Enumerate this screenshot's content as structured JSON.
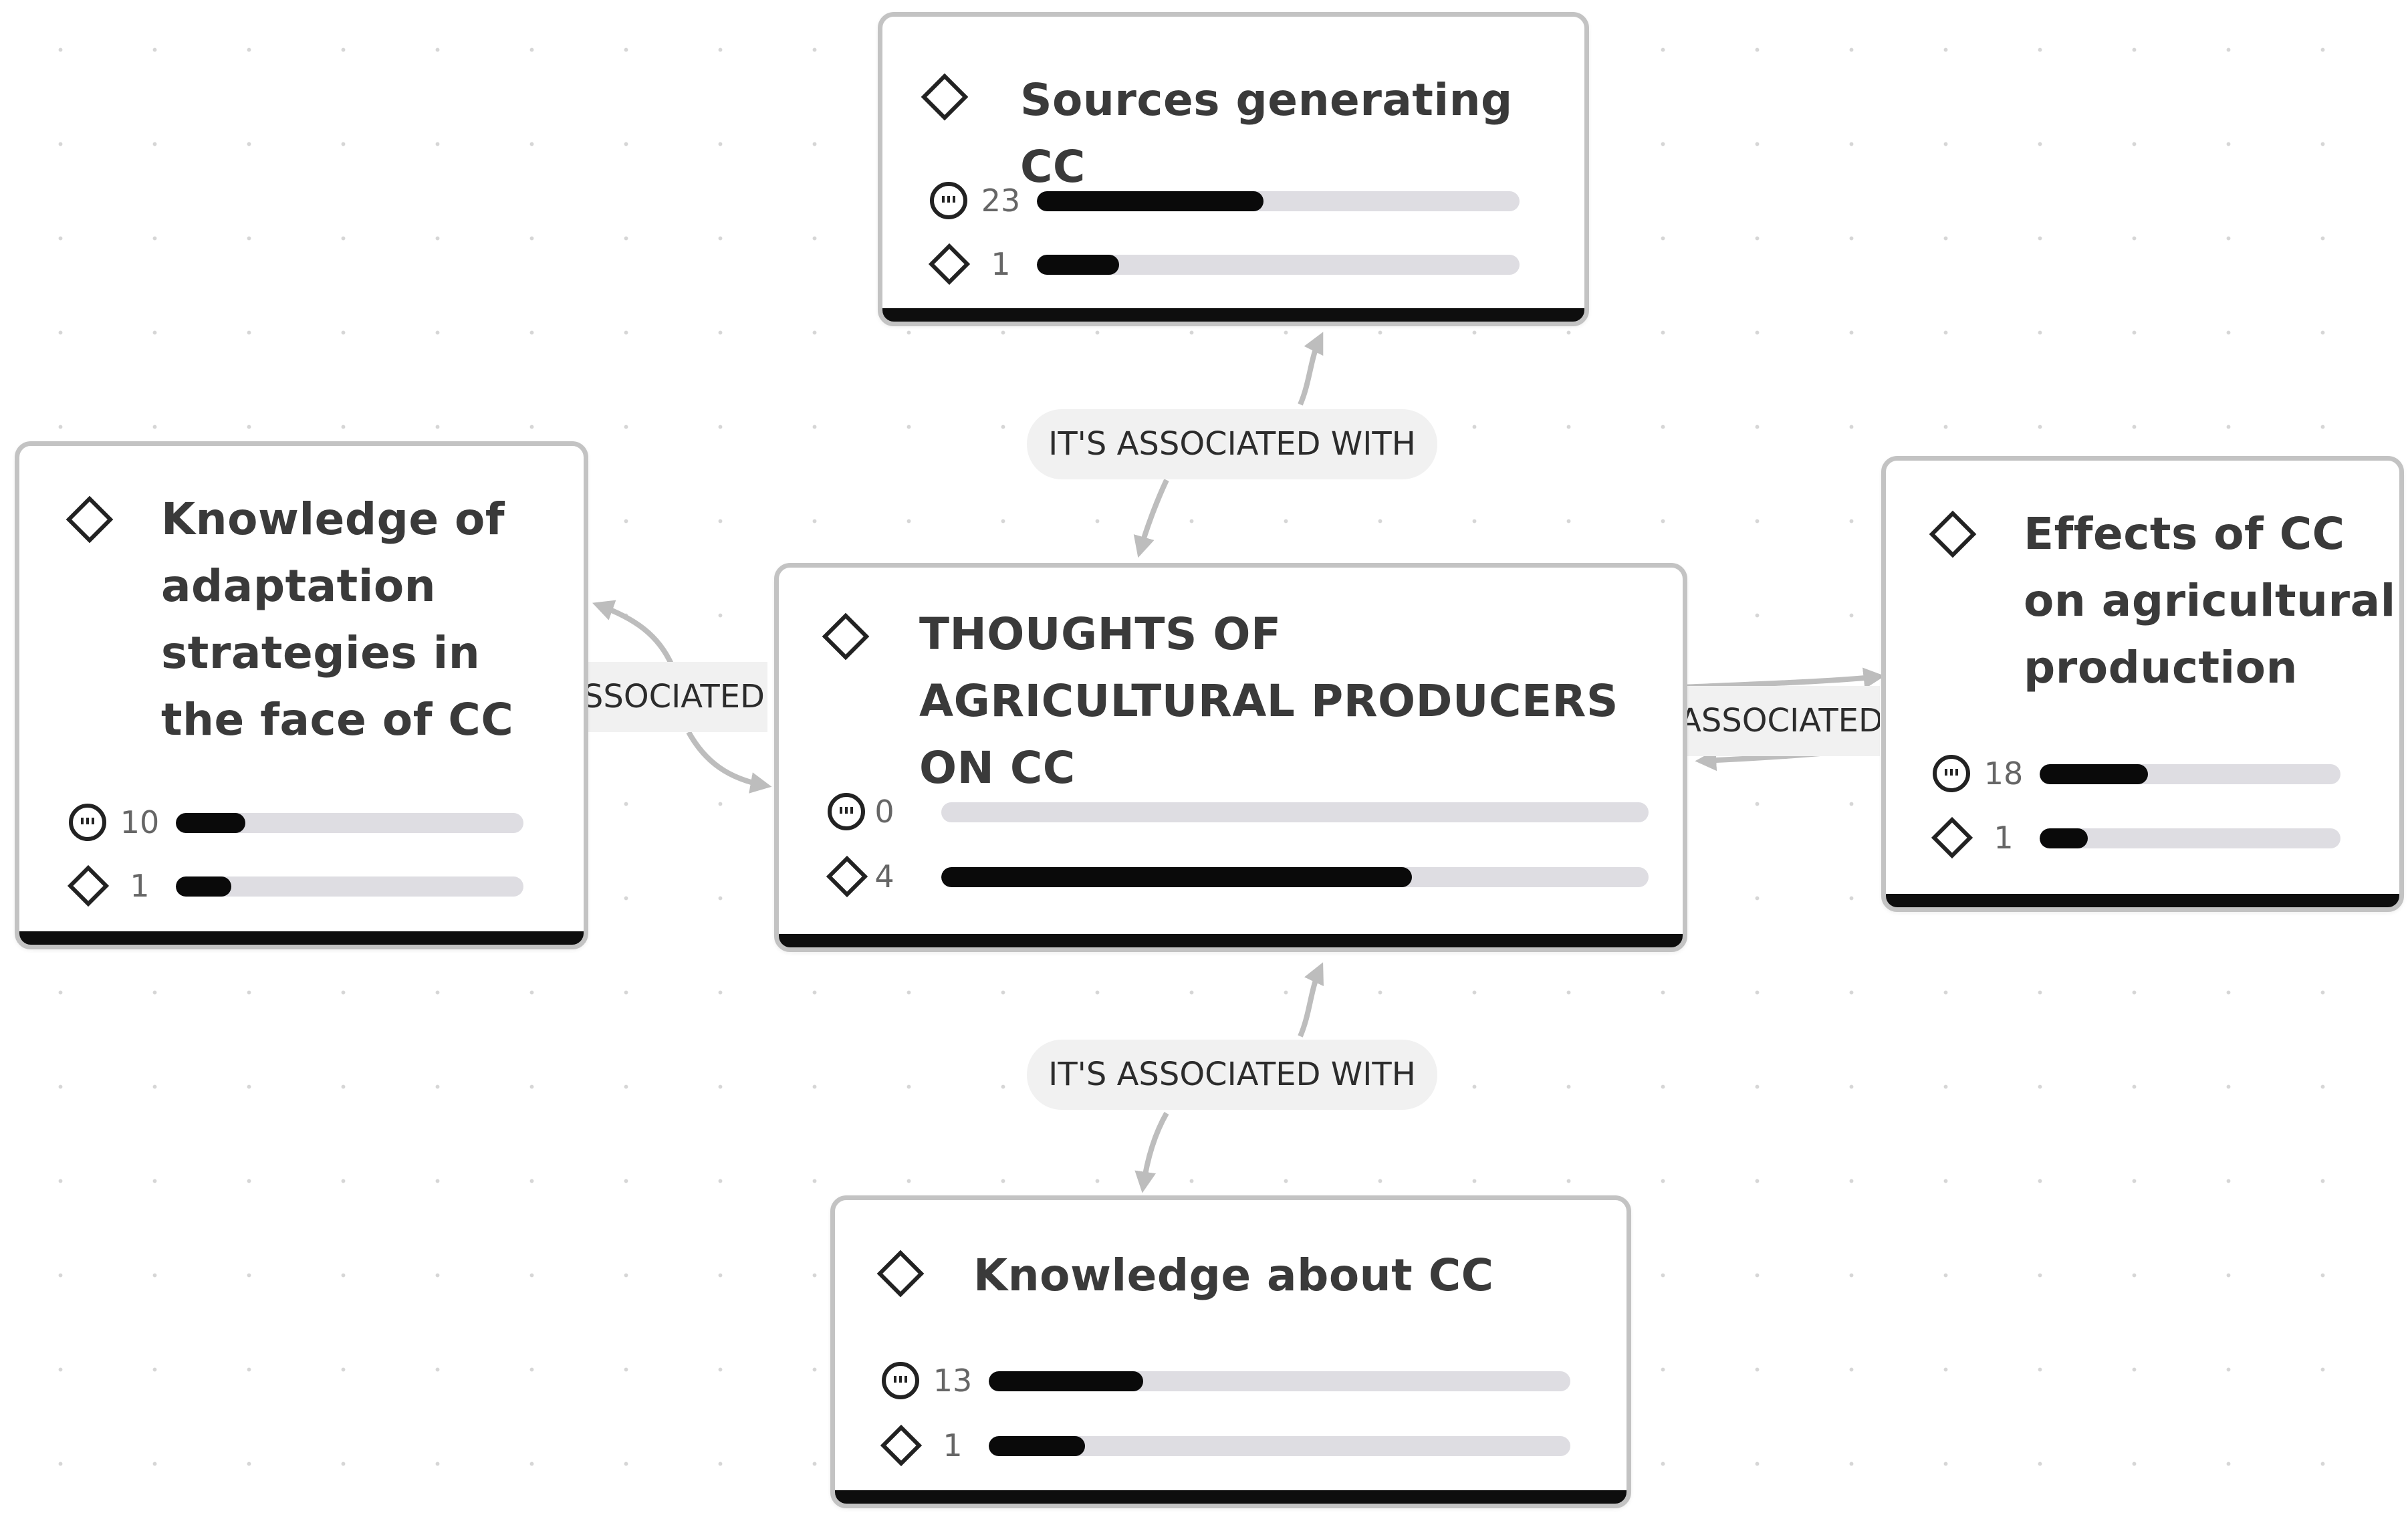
{
  "colors": {
    "node_border": "#c3c3c3",
    "node_bottom_bar": "#0e0e0e",
    "bar_fill": "#0a0a0a",
    "bar_track": "#dedde2",
    "edge_line": "#bdbdbd",
    "edge_label_bg": "#f1f1f1",
    "title_text": "#3a3a3a",
    "count_text": "#666666"
  },
  "nodes": {
    "sources": {
      "icon": "diamond-icon",
      "title": "Sources generating CC",
      "quotations": {
        "icon": "quote-icon",
        "count": "23",
        "level": 0.47
      },
      "codes": {
        "icon": "diamond-icon",
        "count": "1",
        "level": 0.17
      }
    },
    "adaptation": {
      "icon": "diamond-icon",
      "title": "Knowledge of adaptation strategies in the face of CC",
      "quotations": {
        "icon": "quote-icon",
        "count": "10",
        "level": 0.2
      },
      "codes": {
        "icon": "diamond-icon",
        "count": "1",
        "level": 0.16
      }
    },
    "thoughts": {
      "icon": "diamond-icon",
      "title": "THOUGHTS OF AGRICULTURAL PRODUCERS ON CC",
      "quotations": {
        "icon": "quote-icon",
        "count": "0",
        "level": 0.0
      },
      "codes": {
        "icon": "diamond-icon",
        "count": "4",
        "level": 0.665
      }
    },
    "effects": {
      "icon": "diamond-icon",
      "title": "Effects of CC on agricultural production",
      "quotations": {
        "icon": "quote-icon",
        "count": "18",
        "level": 0.36
      },
      "codes": {
        "icon": "diamond-icon",
        "count": "1",
        "level": 0.16
      }
    },
    "knowledge": {
      "icon": "diamond-icon",
      "title": "Knowledge about CC",
      "quotations": {
        "icon": "quote-icon",
        "count": "13",
        "level": 0.265
      },
      "codes": {
        "icon": "diamond-icon",
        "count": "1",
        "level": 0.165
      }
    }
  },
  "edges": {
    "top": {
      "label": "IT'S ASSOCIATED WITH"
    },
    "left": {
      "label": "SSOCIATED"
    },
    "right": {
      "label": "ASSOCIATED"
    },
    "bottom": {
      "label": "IT'S ASSOCIATED WITH"
    }
  }
}
